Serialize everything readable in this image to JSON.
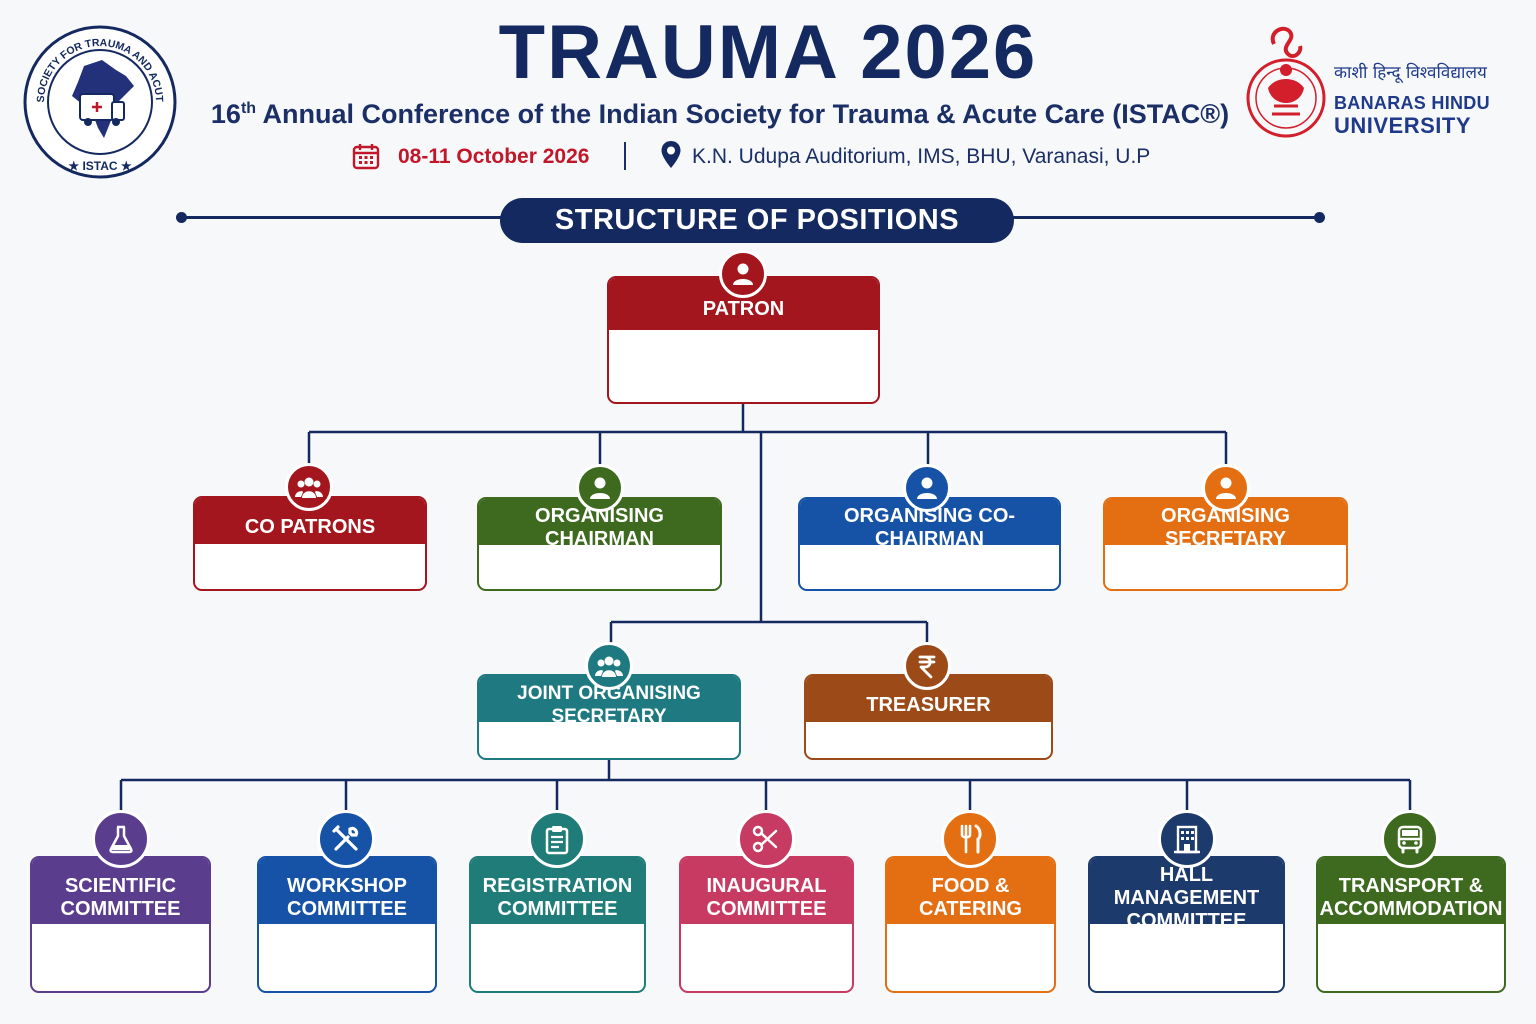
{
  "header": {
    "title": "TRAUMA 2026",
    "subtitle_number": "16",
    "subtitle_suffix": "th",
    "subtitle_text": " Annual Conference of the Indian Society for Trauma & Acute Care (ISTAC®)",
    "date": "08-11 October 2026",
    "venue": "K.N. Udupa Auditorium, IMS, BHU, Varanasi, U.P",
    "left_logo_text": "INDIAN SOCIETY FOR TRAUMA AND ACUTE CARE",
    "left_logo_abbr": "ISTAC",
    "right_logo_hindi": "काशी हिन्दू विश्वविद्यालय",
    "right_logo_line1": "BANARAS HINDU",
    "right_logo_line2": "UNIVERSITY"
  },
  "section_title": "STRUCTURE OF POSITIONS",
  "positions": {
    "patron": {
      "label": "PATRON",
      "color": "#a3161d",
      "icon": "person-icon"
    },
    "co_patrons": {
      "label": "CO PATRONS",
      "color": "#a3161d",
      "icon": "group-icon"
    },
    "organising_chairman": {
      "label": "ORGANISING CHAIRMAN",
      "color": "#3d6a1e",
      "icon": "person-icon"
    },
    "organising_co_chairman": {
      "label": "ORGANISING CO-CHAIRMAN",
      "color": "#1652a6",
      "icon": "person-icon"
    },
    "organising_secretary": {
      "label": "ORGANISING SECRETARY",
      "color": "#e46e12",
      "icon": "person-icon"
    },
    "joint_organising_secretary": {
      "label": "JOINT ORGANISING SECRETARY",
      "color": "#1e7a80",
      "icon": "group-icon"
    },
    "treasurer": {
      "label": "TREASURER",
      "color": "#9c4a17",
      "icon": "rupee-icon"
    }
  },
  "committees": [
    {
      "line1": "SCIENTIFIC",
      "line2": "COMMITTEE",
      "color": "#5b3d8e",
      "icon": "flask-icon"
    },
    {
      "line1": "WORKSHOP",
      "line2": "COMMITTEE",
      "color": "#1652a6",
      "icon": "tools-icon"
    },
    {
      "line1": "REGISTRATION",
      "line2": "COMMITTEE",
      "color": "#1f7c78",
      "icon": "clipboard-icon"
    },
    {
      "line1": "INAUGURAL",
      "line2": "COMMITTEE",
      "color": "#c73a62",
      "icon": "scissors-icon"
    },
    {
      "line1": "FOOD &",
      "line2": "CATERING",
      "color": "#e46e12",
      "icon": "cutlery-icon"
    },
    {
      "line1": "HALL MANAGEMENT",
      "line2": "COMMITTEE",
      "color": "#1c3a6b",
      "icon": "building-icon"
    },
    {
      "line1": "TRANSPORT &",
      "line2": "ACCOMMODATION",
      "color": "#3d6a1e",
      "icon": "bus-icon"
    }
  ],
  "colors": {
    "navy": "#14295f",
    "date_red": "#c0182a"
  }
}
